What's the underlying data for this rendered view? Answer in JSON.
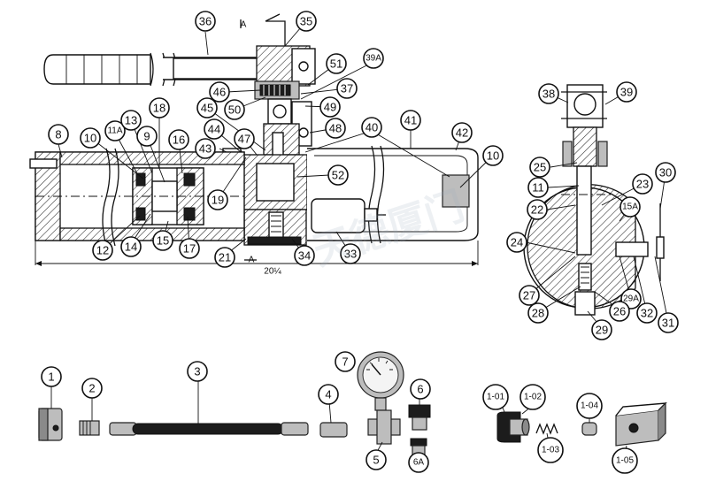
{
  "section_marks": {
    "top": "A",
    "bottom": "A"
  },
  "dimension": "20¼",
  "watermark": "天德厦门",
  "callouts": {
    "main": [
      "36",
      "35",
      "51",
      "39A",
      "37",
      "46",
      "50",
      "49",
      "45",
      "48",
      "8",
      "10",
      "11A",
      "13",
      "9",
      "18",
      "16",
      "44",
      "47",
      "40",
      "41",
      "42",
      "43",
      "19",
      "52",
      "10",
      "12",
      "14",
      "15",
      "17",
      "21",
      "34",
      "33"
    ],
    "section": [
      "38",
      "39",
      "25",
      "11",
      "22",
      "23",
      "15A",
      "30",
      "24",
      "27",
      "28",
      "29A",
      "26",
      "32",
      "31",
      "29"
    ],
    "parts": [
      "1",
      "2",
      "3",
      "4",
      "7",
      "6",
      "5",
      "6A",
      "1-01",
      "1-02",
      "1-03",
      "1-04",
      "1-05"
    ]
  }
}
